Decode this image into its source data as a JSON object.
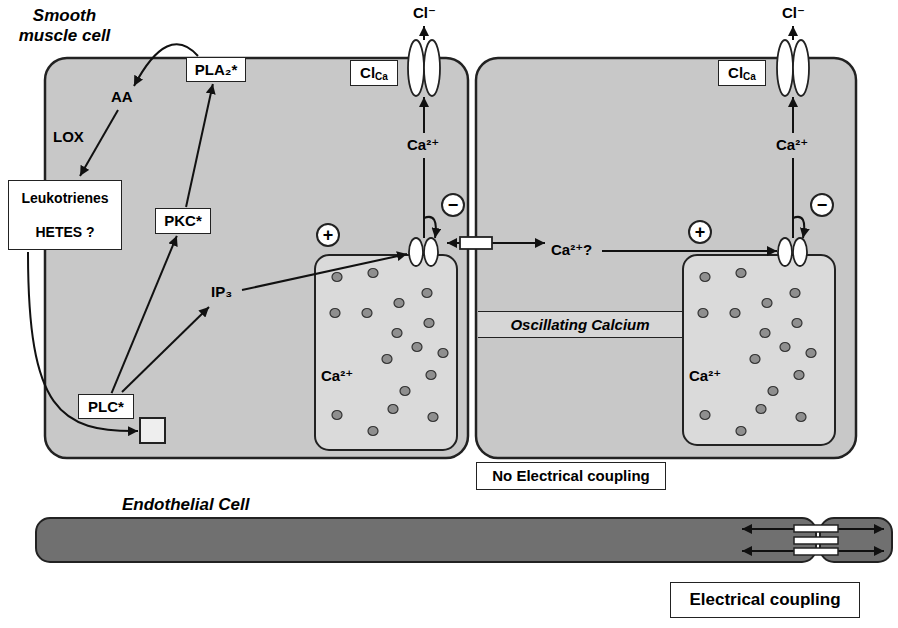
{
  "diagram": {
    "nodes": [
      {
        "text": [
          "Smooth muscle cell"
        ]
      },
      {
        "text": [
          "Cl",
          "Ca"
        ],
        "in": 0
      },
      {
        "text": [
          "PLA₂*"
        ],
        "in": 0
      },
      {
        "text": [
          "Leukotrienes",
          "HETES ?"
        ]
      },
      {
        "text": [
          "PKC*"
        ],
        "in": 0
      },
      {
        "text": [
          "+"
        ],
        "in": 0
      },
      {
        "text": [
          "−"
        ],
        "in": 0
      },
      {
        "text": [
          "Ca²⁺"
        ],
        "in": 0
      },
      {
        "text": [
          "PLC*"
        ],
        "in": 0
      },
      {
        "text": [
          "Cl",
          "Ca"
        ]
      },
      {
        "text": [
          "+"
        ]
      },
      {
        "text": [
          "−"
        ]
      },
      {
        "text": [
          "Oscillating Calcium"
        ]
      },
      {
        "text": [
          "Ca²⁺"
        ]
      },
      {
        "text": [
          "No Electrical coupling"
        ]
      },
      {
        "text": [
          "Endothelial Cell"
        ]
      },
      {
        "text": [
          "Electrical coupling"
        ]
      }
    ],
    "edges": [
      {
        "from": 8,
        "to": 4,
        "arrow": "to"
      },
      {
        "from": 4,
        "to": 2,
        "arrow": "to"
      }
    ],
    "labels": [
      "Cl⁻",
      "Cl⁻",
      "Ca²⁺",
      "Ca²⁺",
      "AA",
      "LOX",
      "IP₃",
      "Ca²⁺?"
    ]
  }
}
